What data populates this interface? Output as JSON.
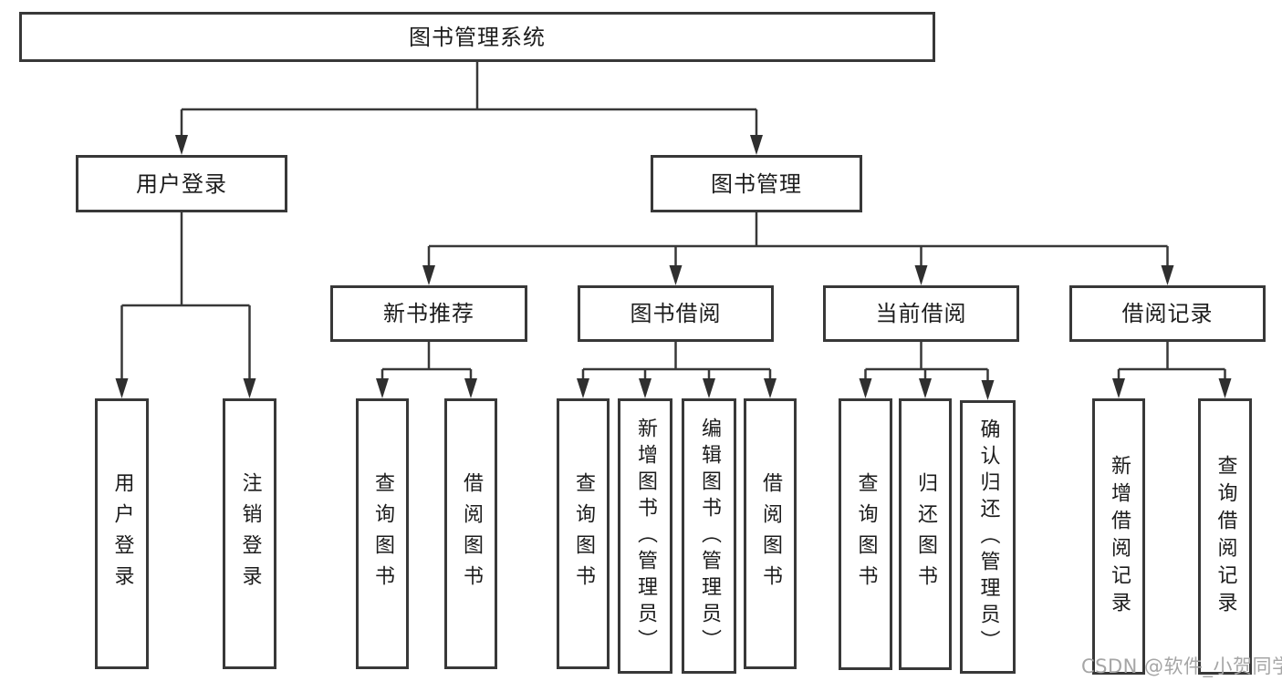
{
  "diagram": {
    "root": {
      "label": "图书管理系统"
    },
    "level2": [
      {
        "label": "用户登录"
      },
      {
        "label": "图书管理"
      }
    ],
    "level3": [
      {
        "label": "新书推荐"
      },
      {
        "label": "图书借阅"
      },
      {
        "label": "当前借阅"
      },
      {
        "label": "借阅记录"
      }
    ],
    "leaves": [
      {
        "parent": "用户登录",
        "label": "用户登录"
      },
      {
        "parent": "用户登录",
        "label": "注销登录"
      },
      {
        "parent": "新书推荐",
        "label": "查询图书"
      },
      {
        "parent": "新书推荐",
        "label": "借阅图书"
      },
      {
        "parent": "图书借阅",
        "label": "查询图书"
      },
      {
        "parent": "图书借阅",
        "label": "新增图书（管理员）"
      },
      {
        "parent": "图书借阅",
        "label": "编辑图书（管理员）"
      },
      {
        "parent": "图书借阅",
        "label": "借阅图书"
      },
      {
        "parent": "当前借阅",
        "label": "查询图书"
      },
      {
        "parent": "当前借阅",
        "label": "归还图书"
      },
      {
        "parent": "当前借阅",
        "label": "确认归还（管理员）"
      },
      {
        "parent": "借阅记录",
        "label": "新增借阅记录"
      },
      {
        "parent": "借阅记录",
        "label": "查询借阅记录"
      }
    ]
  },
  "watermark": "CSDN @软件_小贺同学",
  "colors": {
    "line": "#383838",
    "box_border": "#383838",
    "text": "#1c1c1c",
    "watermark": "#a6a6a6",
    "background": "#ffffff"
  }
}
